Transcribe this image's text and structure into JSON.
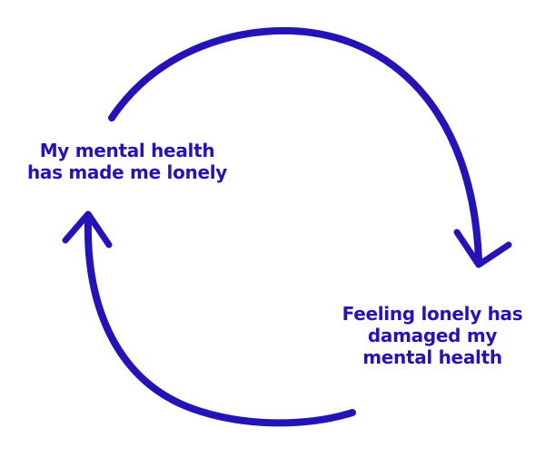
{
  "diagram": {
    "type": "cycle",
    "color": "#2414b8",
    "nodes": [
      {
        "id": "left",
        "text_lines": [
          "My mental health",
          "has made me lonely"
        ]
      },
      {
        "id": "right",
        "text_lines": [
          "Feeling lonely has",
          "damaged my",
          "mental health"
        ]
      }
    ],
    "edges": [
      {
        "from": "left",
        "to": "right",
        "direction": "clockwise-top"
      },
      {
        "from": "right",
        "to": "left",
        "direction": "clockwise-bottom"
      }
    ]
  }
}
